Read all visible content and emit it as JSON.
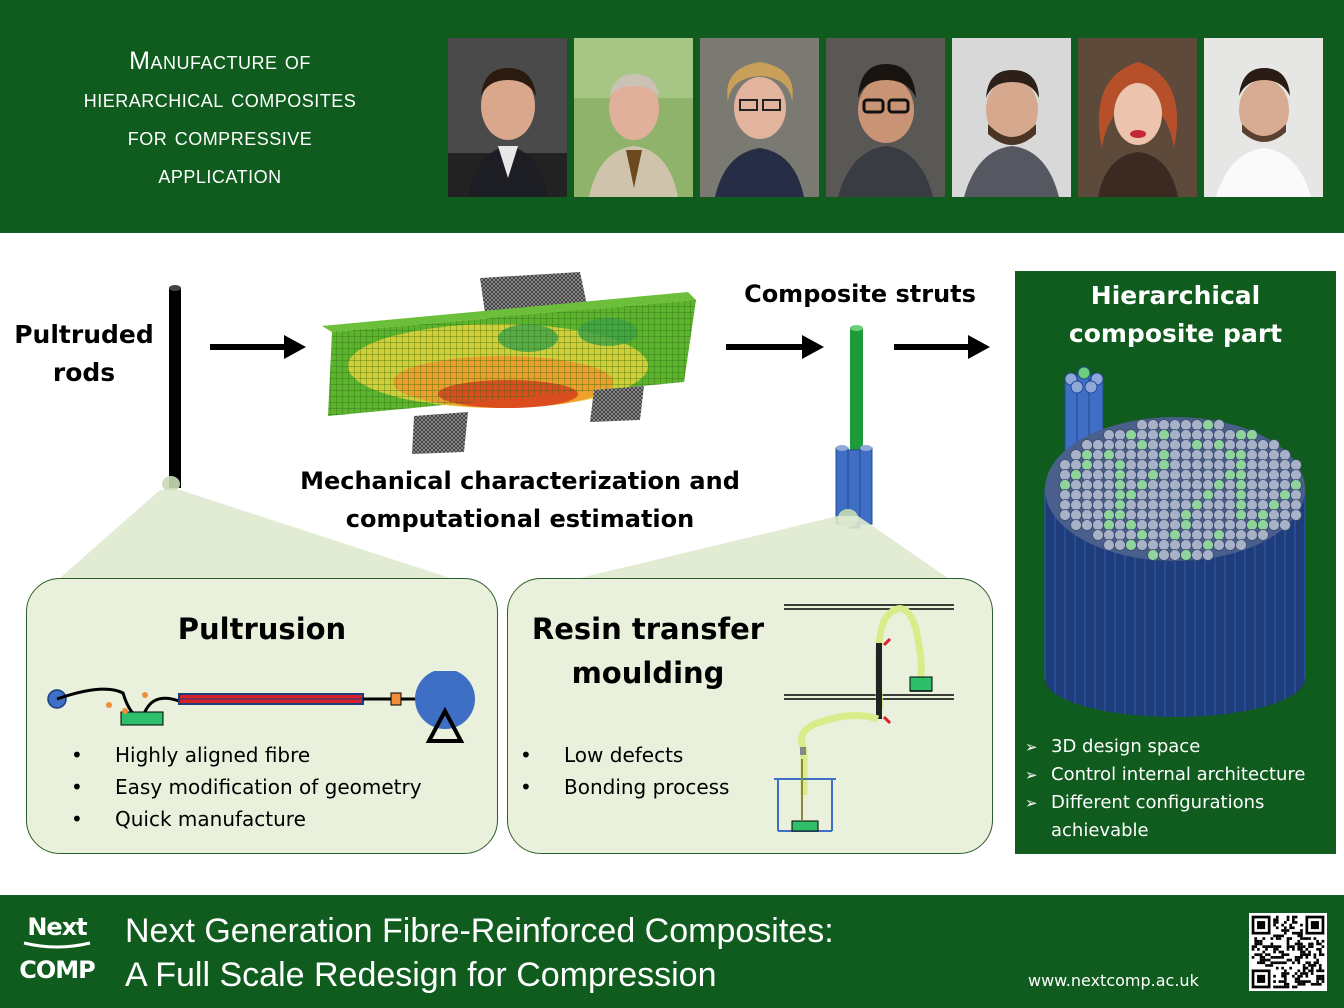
{
  "header": {
    "title_lines": [
      "Manufacture of",
      "hierarchical composites",
      "for compressive",
      "application"
    ]
  },
  "workflow": {
    "rods_label_lines": [
      "Pultruded",
      "rods"
    ],
    "mech_label_lines": [
      "Mechanical characterization and",
      "computational estimation"
    ],
    "struts_label": "Composite struts"
  },
  "pultrusion": {
    "title": "Pultrusion",
    "bullets": [
      "Highly aligned fibre",
      "Easy modification of geometry",
      "Quick manufacture"
    ]
  },
  "rtm": {
    "title_lines": [
      "Resin transfer",
      "moulding"
    ],
    "bullets": [
      "Low defects",
      "Bonding process"
    ]
  },
  "part": {
    "title_lines": [
      "Hierarchical",
      "composite part"
    ],
    "bullets": [
      "3D design space",
      "Control internal architecture",
      "Different configurations achievable"
    ]
  },
  "footer": {
    "title_lines": [
      "Next Generation Fibre-Reinforced Composites:",
      "A Full Scale Redesign for Compression"
    ],
    "url": "www.nextcomp.ac.uk",
    "logo_top": "Next",
    "logo_bottom": "COMP"
  },
  "colors": {
    "brand_green": "#0f5c1e",
    "panel_fill": "#e9f1dc",
    "strut_blue": "#3f6fc4",
    "rod_green": "#1f9a3a"
  }
}
